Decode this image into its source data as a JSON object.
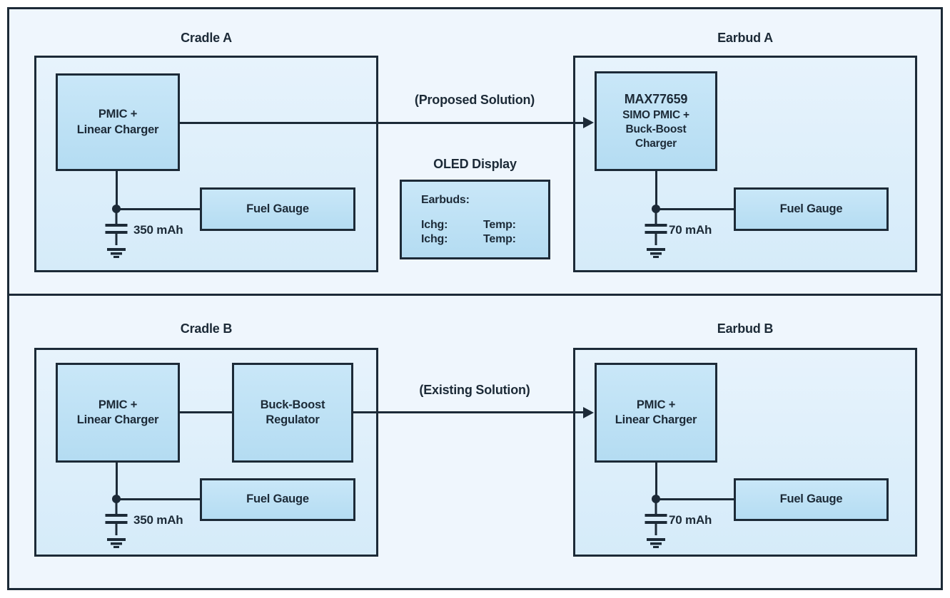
{
  "colors": {
    "page_background": "#ffffff",
    "outer_fill": "#eff6fd",
    "panel_fill_top": "#e7f3fc",
    "panel_fill_bottom": "#d5ebf9",
    "block_fill_top": "#c9e7f8",
    "block_fill_bottom": "#b4dcf2",
    "line": "#1c2a37"
  },
  "sections": [
    {
      "cradle_title": "Cradle A",
      "earbud_title": "Earbud A",
      "solution_label": "(Proposed Solution)",
      "cradle_chip_lines": [
        "PMIC +",
        "Linear Charger"
      ],
      "cradle_fuel_label": "Fuel Gauge",
      "cradle_battery_label": "350 mAh",
      "earbud_chip_title": "MAX77659",
      "earbud_chip_lines": [
        "SIMO PMIC +",
        "Buck-Boost",
        "Charger"
      ],
      "earbud_fuel_label": "Fuel Gauge",
      "earbud_battery_label": "70 mAh"
    },
    {
      "cradle_title": "Cradle B",
      "earbud_title": "Earbud B",
      "solution_label": "(Existing Solution)",
      "cradle_chip_lines": [
        "PMIC +",
        "Linear Charger"
      ],
      "cradle_regulator_lines": [
        "Buck-Boost",
        "Regulator"
      ],
      "cradle_fuel_label": "Fuel Gauge",
      "cradle_battery_label": "350 mAh",
      "earbud_chip_lines": [
        "PMIC +",
        "Linear Charger"
      ],
      "earbud_fuel_label": "Fuel Gauge",
      "earbud_battery_label": "70 mAh"
    }
  ],
  "oled": {
    "title": "OLED Display",
    "header": "Earbuds:",
    "rows": [
      {
        "left": "Ichg:",
        "right": "Temp:"
      },
      {
        "left": "Ichg:",
        "right": "Temp:"
      }
    ]
  }
}
